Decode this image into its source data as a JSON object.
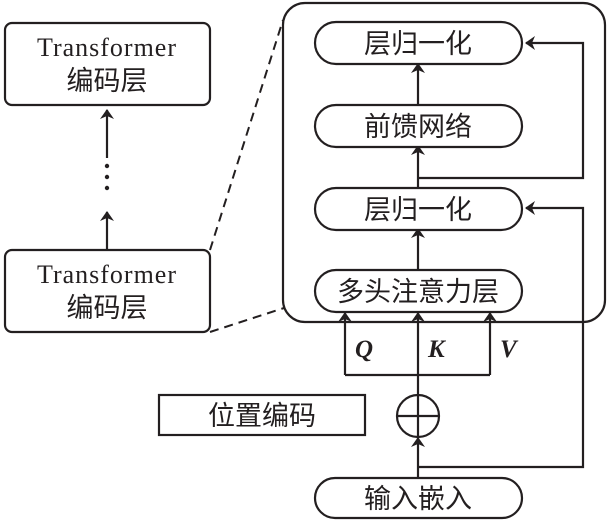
{
  "diagram": {
    "stack": {
      "top_encoder": {
        "line1": "Transformer",
        "line2": "编码层"
      },
      "bottom_encoder": {
        "line1": "Transformer",
        "line2": "编码层"
      },
      "ellipsis": "⋮"
    },
    "encoder_detail": {
      "layer_norm_top": "层归一化",
      "feed_forward": "前馈网络",
      "layer_norm_bottom": "层归一化",
      "multi_head_attention": "多头注意力层"
    },
    "inputs": {
      "q_label": "Q",
      "k_label": "K",
      "v_label": "V",
      "positional_encoding": "位置编码",
      "add_symbol": "add-circle-icon",
      "input_embedding": "输入嵌入"
    }
  }
}
